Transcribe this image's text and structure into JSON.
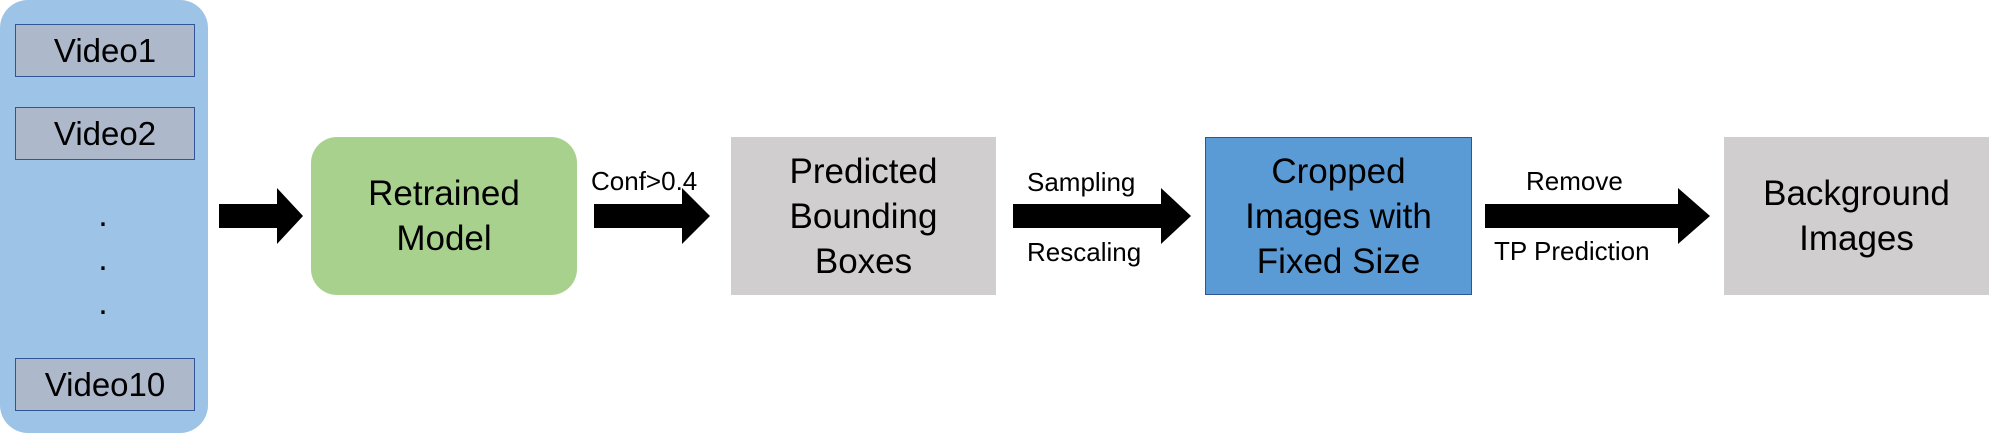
{
  "videos": {
    "items": [
      "Video1",
      "Video2",
      "Video10"
    ],
    "dots": [
      ".",
      ".",
      "."
    ]
  },
  "blocks": {
    "retrained_model": "Retrained\nModel",
    "predicted_boxes": "Predicted\nBounding\nBoxes",
    "cropped_images": "Cropped\nImages with\nFixed Size",
    "background_images": "Background\nImages"
  },
  "arrows": {
    "a2_label": "Conf>0.4",
    "a3_label_top": "Sampling",
    "a3_label_bottom": "Rescaling",
    "a4_label_top": "Remove",
    "a4_label_bottom": "TP Prediction"
  },
  "colors": {
    "video_panel": "#9dc3e6",
    "video_box": "#adb9ca",
    "retrained_model": "#a9d18e",
    "grey_block": "#d0cece",
    "cropped_block": "#5b9bd5",
    "arrow": "#000000"
  }
}
